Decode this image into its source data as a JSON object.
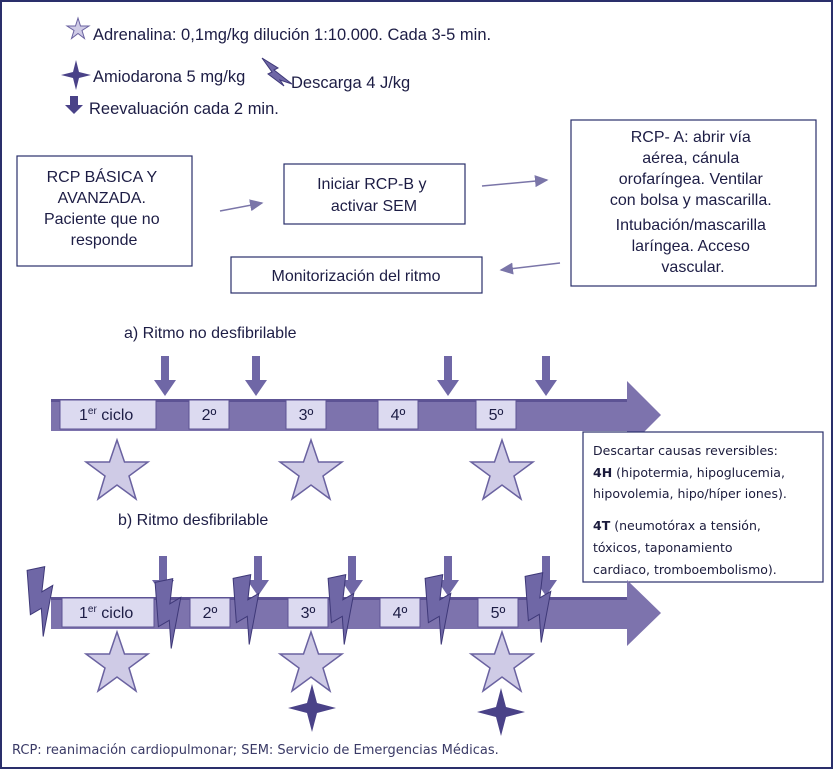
{
  "legend": {
    "adrenalina": "Adrenalina: 0,1mg/kg dilución 1:10.000. Cada 3-5 min.",
    "amiodarona": "Amiodarona 5 mg/kg",
    "descarga": "Descarga 4 J/kg",
    "reevaluacion": "Reevaluación cada 2 min."
  },
  "flow": {
    "box1": [
      "RCP BÁSICA Y",
      "AVANZADA.",
      "Paciente que no",
      "responde"
    ],
    "box2": [
      "Iniciar RCP-B y",
      "activar SEM"
    ],
    "box3": [
      "RCP- A: abrir vía",
      "aérea, cánula",
      "orofaríngea. Ventilar",
      "con bolsa y mascarilla.",
      "Intubación/mascarilla",
      "laríngea. Acceso",
      "vascular."
    ],
    "box4": "Monitorización del ritmo"
  },
  "sections": {
    "a_title": "a) Ritmo no desfibrilable",
    "b_title": "b)  Ritmo desfibrilable"
  },
  "cycles": {
    "first_base": "1",
    "first_sup": "er",
    "first_rest": " ciclo",
    "labels": [
      "2º",
      "3º",
      "4º",
      "5º"
    ]
  },
  "note": {
    "intro": "Descartar causas reversibles:",
    "h_bold": "4H",
    "h_lines": [
      " (hipotermia, hipoglucemia,",
      "hipovolemia, hipo/híper iones)."
    ],
    "t_bold": "4T",
    "t_lines": [
      " (neumotórax a tensión,",
      "tóxicos, taponamiento",
      "cardiaco, tromboembolismo)."
    ]
  },
  "footnote": "RCP: reanimación cardiopulmonar; SEM: Servicio de Emergencias Médicas.",
  "colors": {
    "border": "#2a2f6b",
    "band": "#7d73ad",
    "band_dark": "#5d5394",
    "box_fill": "#dcdaf0",
    "star_fill": "#cfcbe6",
    "star_stroke": "#6a62a0",
    "arrow_down": "#6f67a6",
    "text": "#1d1d45"
  }
}
